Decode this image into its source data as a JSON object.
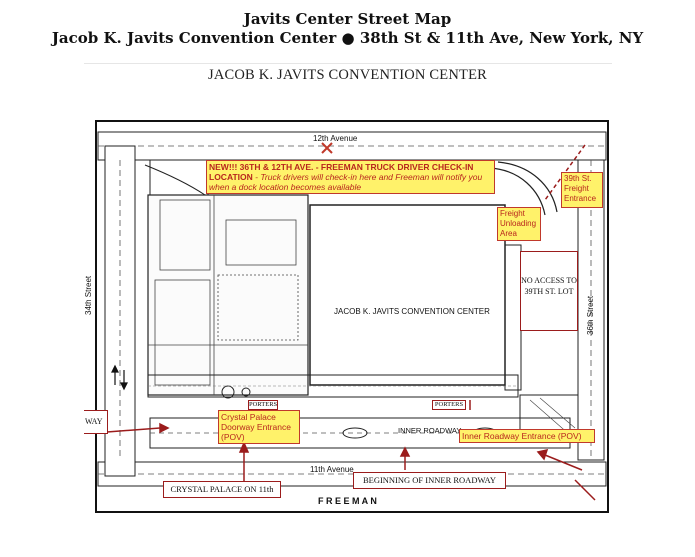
{
  "header": {
    "title": "Javits Center Street Map",
    "subtitle": "Jacob K. Javits Convention Center ● 38th St & 11th Ave, New York, NY"
  },
  "map": {
    "title": "JACOB K. JAVITS CONVENTION CENTER",
    "streets": {
      "top": "12th Avenue",
      "bottom": "11th Avenue",
      "left": "34th Street",
      "right": "36th Street"
    },
    "building_label": "JACOB K. JAVITS CONVENTION CENTER",
    "inner_roadway_label": "INNER ROADWAY",
    "freeman_label": "F R E E M A N",
    "callouts": {
      "freeman_checkin": {
        "line1": "NEW!!! 36TH & 12TH AVE. - FREEMAN TRUCK DRIVER CHECK-IN",
        "line2": "LOCATION",
        "line2b": " - Truck drivers will check-in here and Freeman will notify you",
        "line3": "when a dock location becomes available"
      },
      "freight_unloading": "Freight Unloading Area",
      "freight_entrance": "39th St. Freight Entrance",
      "crystal_palace": "Crystal Palace Doorway Entrance (POV)",
      "inner_roadway_entrance": "Inner Roadway Entrance (POV)"
    },
    "boxes": {
      "no_access": "NO ACCESS TO 39TH ST. LOT",
      "way": "WAY",
      "porters_left": "PORTERS",
      "porters_right": "PORTERS",
      "crystal_palace_11th": "CRYSTAL PALACE ON 11th",
      "beginning_inner_roadway": "BEGINNING OF INNER ROADWAY"
    }
  }
}
